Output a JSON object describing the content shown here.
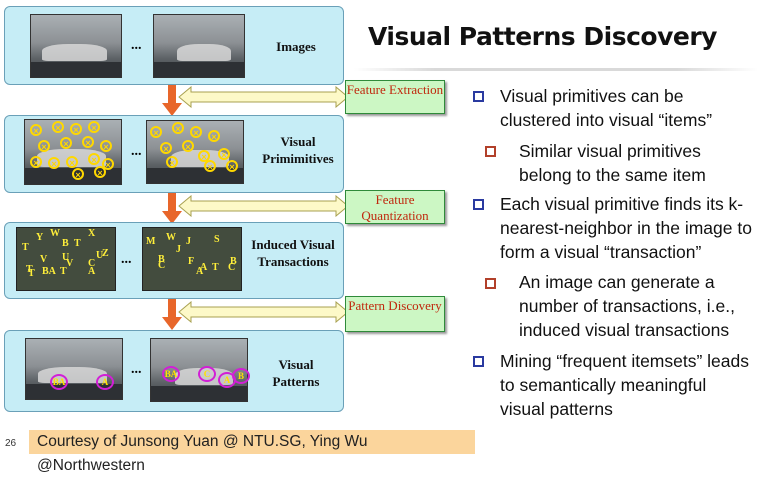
{
  "title": "Visual Patterns Discovery",
  "stages": [
    {
      "label": "Images"
    },
    {
      "label": "Visual Primimitives"
    },
    {
      "label": "Induced Visual Transactions"
    },
    {
      "label": "Visual Patterns"
    }
  ],
  "ellipsis": "...",
  "features": [
    {
      "label": "Feature Extraction"
    },
    {
      "label": "Feature Quantization"
    },
    {
      "label": "Pattern Discovery"
    }
  ],
  "transaction_letters_left": [
    "T",
    "Y",
    "W",
    "B",
    "T",
    "X",
    "T",
    "V",
    "U",
    "Z",
    "T",
    "BA",
    "T",
    "C",
    "A",
    "U",
    "V"
  ],
  "transaction_letters_right": [
    "M",
    "W",
    "J",
    "S",
    "J",
    "B",
    "C",
    "A",
    "T",
    "C",
    "B",
    "F",
    "A"
  ],
  "pattern_rings_left": [
    "BA",
    "A"
  ],
  "pattern_rings_right": [
    "BA",
    "C",
    "A",
    "B"
  ],
  "bullets": [
    {
      "level": 1,
      "text": "Visual primitives can be clustered into visual “items”"
    },
    {
      "level": 2,
      "text": "Similar visual primitives belong to the same item"
    },
    {
      "level": 1,
      "text": "Each visual primitive finds its k-nearest-neighbor in the image to form a visual “transaction”"
    },
    {
      "level": 2,
      "text": "An image can generate a number of transactions, i.e., induced visual transactions"
    },
    {
      "level": 1,
      "text": "Mining “frequent itemsets” leads to semantically meaningful visual patterns"
    }
  ],
  "footer": "Courtesy of Junsong Yuan @ NTU.SG, Ying Wu @Northwestern",
  "page_number": "26",
  "colors": {
    "stage_bg": "#c6edf6",
    "feature_bg": "#ccf7c4",
    "feature_text": "#c0270d",
    "arrow_orange": "#e8662a",
    "bullet_l1": "#2a3aa0",
    "bullet_l2": "#b2402a",
    "footer_bg": "#fbd59c"
  }
}
